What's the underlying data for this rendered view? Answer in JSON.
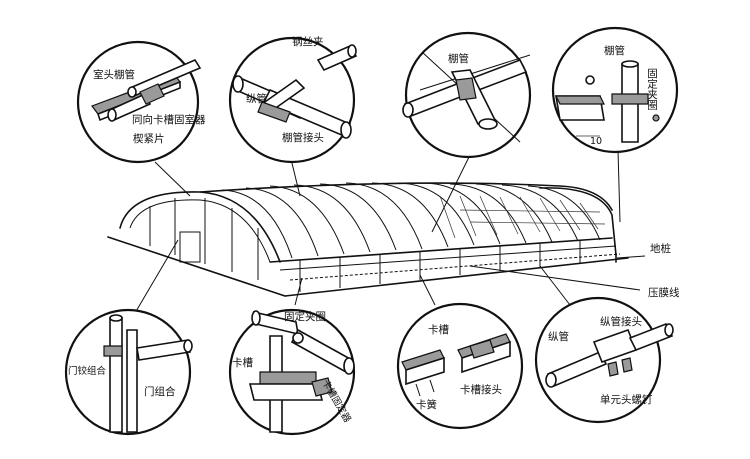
{
  "labels": {
    "c1": [
      "室头棚管",
      "同向卡槽固室器",
      "楔紧片"
    ],
    "c2": [
      "钢丝夹",
      "纵管",
      "棚管接头"
    ],
    "c3": [
      "棚管"
    ],
    "c4": [
      "棚管",
      "固定夹圈",
      "10"
    ],
    "main": [
      "地桩",
      "压膜线"
    ],
    "c5": [
      "门铰组合",
      "门组合"
    ],
    "c6": [
      "固定夹圈",
      "卡槽",
      "卡槽固定器"
    ],
    "c7": [
      "卡槽",
      "卡簧",
      "卡槽接头"
    ],
    "c8": [
      "纵管",
      "纵管接头",
      "单元头螺钉"
    ]
  }
}
